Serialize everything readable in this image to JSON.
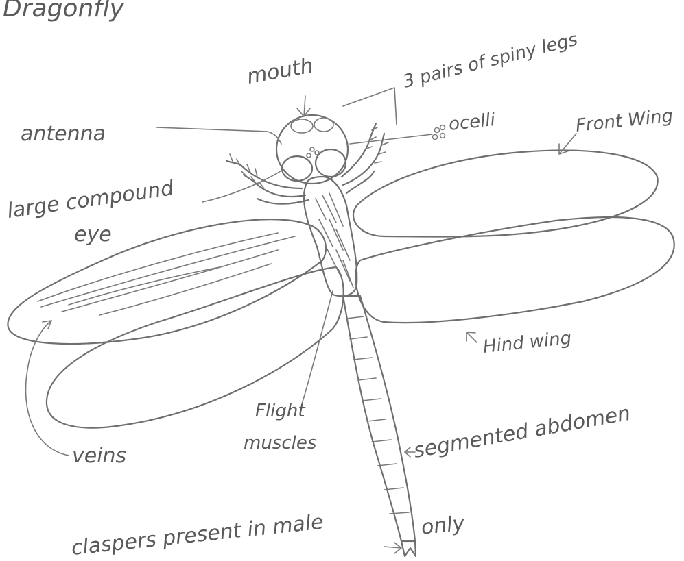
{
  "title": "Dragonfly",
  "labels": {
    "mouth": "mouth",
    "legs": "3 pairs of spiny legs",
    "antenna": "antenna",
    "ocelli": "ocelli",
    "front_wing": "Front Wing",
    "compound_eye_line1": "large compound",
    "compound_eye_line2": "eye",
    "hind_wing": "Hind wing",
    "flight_muscles_line1": "Flight",
    "flight_muscles_line2": "muscles",
    "abdomen": "segmented abdomen",
    "veins": "veins",
    "claspers": "claspers present in male",
    "claspers_only": "only"
  }
}
